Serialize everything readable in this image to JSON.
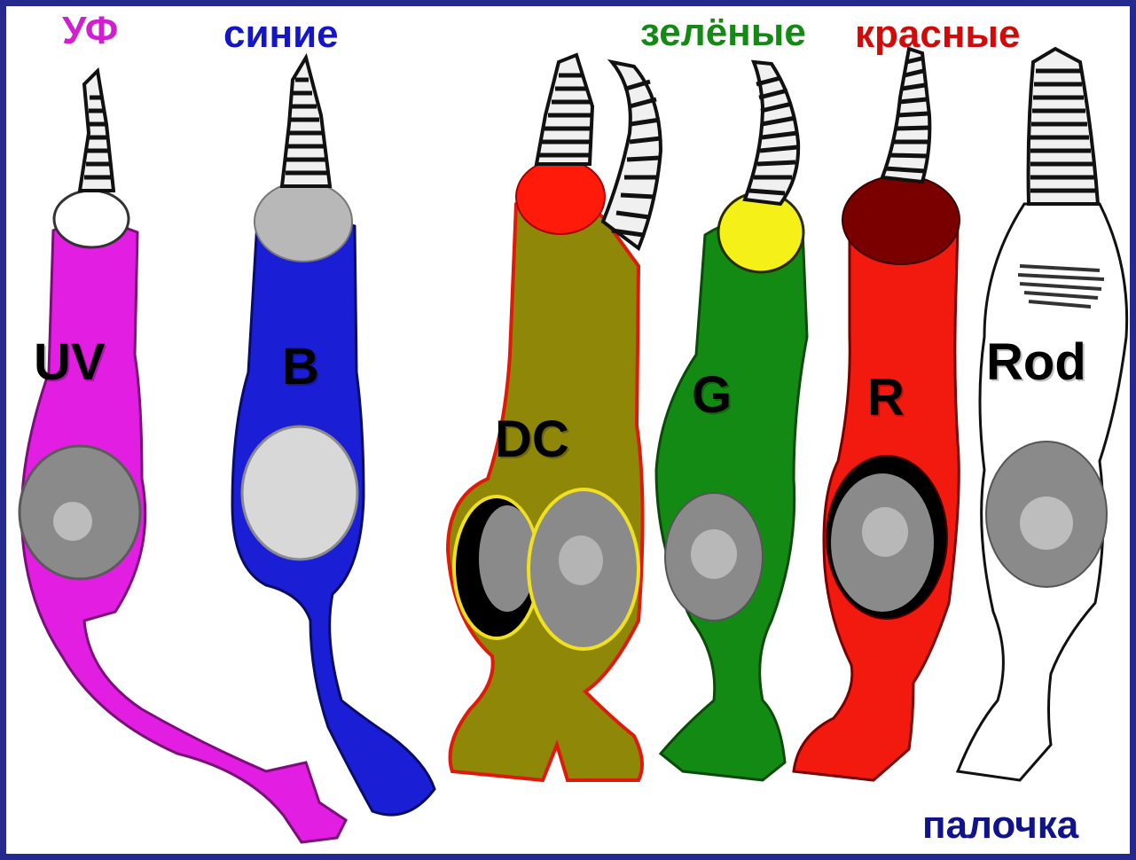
{
  "titles": {
    "uv": "УФ",
    "blue": "синие",
    "green": "зелёные",
    "red": "красные",
    "rod": "палочка"
  },
  "cells": {
    "uv": "UV",
    "blue": "B",
    "double": "DC",
    "green": "G",
    "red": "R",
    "rod": "Rod"
  },
  "colors": {
    "frame": "#23298f",
    "uv": "#e21ee2",
    "blue": "#1a1fd6",
    "double": "#8e8708",
    "green": "#138a13",
    "red": "#f21a0e",
    "green_title": "#138a13",
    "red_title": "#d10a0a",
    "blue_title": "#1515c8",
    "uv_title": "#d21ed2",
    "rod_title": "#0f138c"
  }
}
